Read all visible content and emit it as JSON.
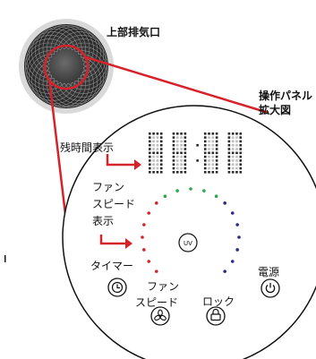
{
  "labels": {
    "top_exhaust": "上部排気口",
    "panel_line1": "操作パネル",
    "panel_line2": "拡大図",
    "remaining_time": "残時間表示",
    "fan_speed_display_1": "ファン",
    "fan_speed_display_2": "スピード",
    "fan_speed_display_3": "表示",
    "timer": "タイマー",
    "fan_speed_1": "ファン",
    "fan_speed_2": "スピード",
    "lock": "ロック",
    "power": "電源",
    "uv": "UV",
    "display_digits": "88:88"
  },
  "colors": {
    "callout": "#d6222b",
    "dot_green": "#2fa64a",
    "dot_red": "#d6222b",
    "dot_blue": "#2b2a8a"
  },
  "icons": [
    "exhaust-vent-grille",
    "dot-matrix-display",
    "timer-icon",
    "fan-icon",
    "lock-icon",
    "power-icon",
    "uv-button"
  ]
}
